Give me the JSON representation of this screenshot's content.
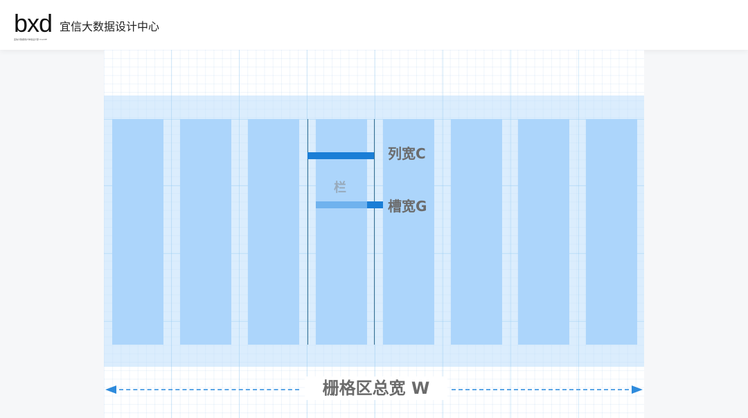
{
  "header": {
    "logo_text": "bxd",
    "logo_subtext": "宜信大数据用户体验设计部 CreditEase Big Data Experience Design",
    "brand_name": "宜信大数据设计中心"
  },
  "diagram": {
    "label_column_width": "列宽C",
    "label_gutter_width": "槽宽G",
    "label_column": "栏",
    "label_total_width": "栅格区总宽 W",
    "column_count": 8,
    "colors": {
      "column_fill": "#acd5fb",
      "band_fill": "#d3e9fc",
      "bar_dark": "#1a7ed6",
      "bar_light": "#6fb2ee",
      "arrow": "#2e8bdc",
      "label": "#6b6b6b"
    }
  }
}
